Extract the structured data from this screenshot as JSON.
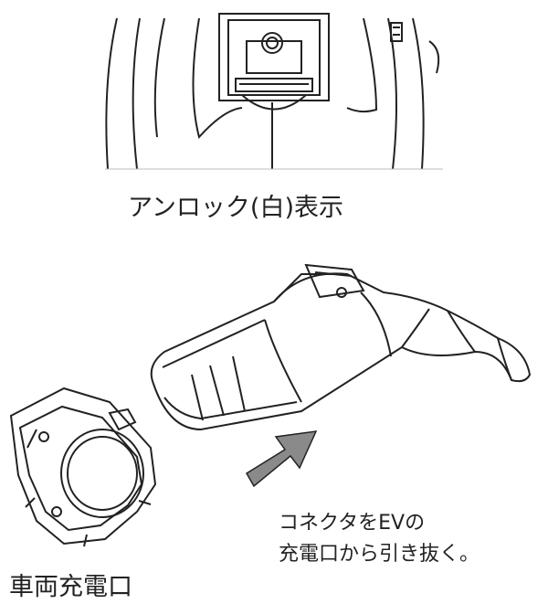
{
  "labels": {
    "unlock_indicator": "アンロック(白)表示",
    "instruction_line1": "コネクタをEVの",
    "instruction_line2": "充電口から引き抜く。",
    "vehicle_inlet": "車両充電口"
  },
  "colors": {
    "line": "#222222",
    "arrow_fill": "#8a8a8a",
    "background": "#ffffff"
  }
}
